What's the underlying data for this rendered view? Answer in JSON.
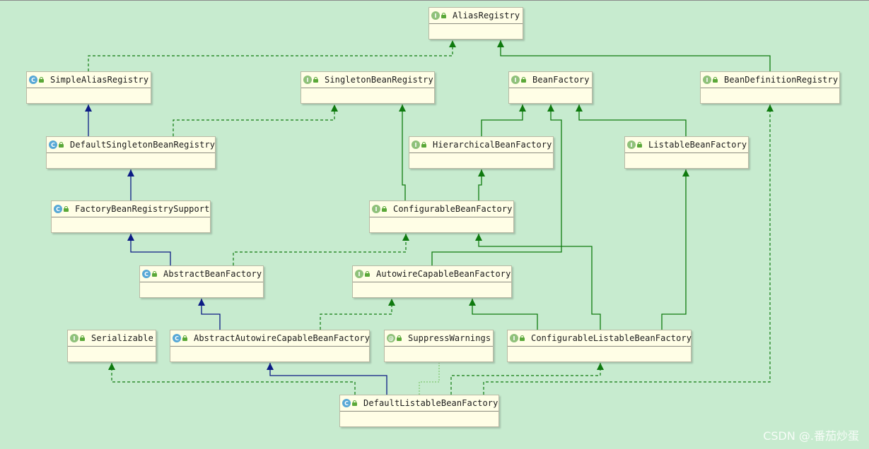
{
  "nodes": [
    {
      "id": "AliasRegistry",
      "kind": "interface",
      "badge": "I",
      "name": "AliasRegistry"
    },
    {
      "id": "SimpleAliasRegistry",
      "kind": "class",
      "badge": "C",
      "name": "SimpleAliasRegistry"
    },
    {
      "id": "SingletonBeanRegistry",
      "kind": "interface",
      "badge": "I",
      "name": "SingletonBeanRegistry"
    },
    {
      "id": "BeanFactory",
      "kind": "interface",
      "badge": "I",
      "name": "BeanFactory"
    },
    {
      "id": "BeanDefinitionRegistry",
      "kind": "interface",
      "badge": "I",
      "name": "BeanDefinitionRegistry"
    },
    {
      "id": "DefaultSingletonBeanRegistry",
      "kind": "class",
      "badge": "C",
      "name": "DefaultSingletonBeanRegistry"
    },
    {
      "id": "HierarchicalBeanFactory",
      "kind": "interface",
      "badge": "I",
      "name": "HierarchicalBeanFactory"
    },
    {
      "id": "ListableBeanFactory",
      "kind": "interface",
      "badge": "I",
      "name": "ListableBeanFactory"
    },
    {
      "id": "FactoryBeanRegistrySupport",
      "kind": "class",
      "badge": "C",
      "name": "FactoryBeanRegistrySupport"
    },
    {
      "id": "ConfigurableBeanFactory",
      "kind": "interface",
      "badge": "I",
      "name": "ConfigurableBeanFactory"
    },
    {
      "id": "AbstractBeanFactory",
      "kind": "class",
      "badge": "C",
      "name": "AbstractBeanFactory"
    },
    {
      "id": "AutowireCapableBeanFactory",
      "kind": "interface",
      "badge": "I",
      "name": "AutowireCapableBeanFactory"
    },
    {
      "id": "Serializable",
      "kind": "interface",
      "badge": "I",
      "name": "Serializable"
    },
    {
      "id": "AbstractAutowireCapableBeanFactory",
      "kind": "class",
      "badge": "C",
      "name": "AbstractAutowireCapableBeanFactory"
    },
    {
      "id": "SuppressWarnings",
      "kind": "annotation",
      "badge": "@",
      "name": "SuppressWarnings"
    },
    {
      "id": "ConfigurableListableBeanFactory",
      "kind": "interface",
      "badge": "I",
      "name": "ConfigurableListableBeanFactory"
    },
    {
      "id": "DefaultListableBeanFactory",
      "kind": "class",
      "badge": "C",
      "name": "DefaultListableBeanFactory"
    }
  ],
  "edges": [
    {
      "from": "SimpleAliasRegistry",
      "to": "AliasRegistry",
      "type": "implements"
    },
    {
      "from": "BeanDefinitionRegistry",
      "to": "AliasRegistry",
      "type": "extends-interface"
    },
    {
      "from": "DefaultSingletonBeanRegistry",
      "to": "SimpleAliasRegistry",
      "type": "extends-class"
    },
    {
      "from": "DefaultSingletonBeanRegistry",
      "to": "SingletonBeanRegistry",
      "type": "implements"
    },
    {
      "from": "HierarchicalBeanFactory",
      "to": "BeanFactory",
      "type": "extends-interface"
    },
    {
      "from": "ListableBeanFactory",
      "to": "BeanFactory",
      "type": "extends-interface"
    },
    {
      "from": "FactoryBeanRegistrySupport",
      "to": "DefaultSingletonBeanRegistry",
      "type": "extends-class"
    },
    {
      "from": "ConfigurableBeanFactory",
      "to": "SingletonBeanRegistry",
      "type": "extends-interface"
    },
    {
      "from": "ConfigurableBeanFactory",
      "to": "HierarchicalBeanFactory",
      "type": "extends-interface"
    },
    {
      "from": "AbstractBeanFactory",
      "to": "FactoryBeanRegistrySupport",
      "type": "extends-class"
    },
    {
      "from": "AbstractBeanFactory",
      "to": "ConfigurableBeanFactory",
      "type": "implements"
    },
    {
      "from": "AutowireCapableBeanFactory",
      "to": "BeanFactory",
      "type": "extends-interface"
    },
    {
      "from": "AbstractAutowireCapableBeanFactory",
      "to": "AbstractBeanFactory",
      "type": "extends-class"
    },
    {
      "from": "AbstractAutowireCapableBeanFactory",
      "to": "AutowireCapableBeanFactory",
      "type": "implements"
    },
    {
      "from": "ConfigurableListableBeanFactory",
      "to": "AutowireCapableBeanFactory",
      "type": "extends-interface"
    },
    {
      "from": "ConfigurableListableBeanFactory",
      "to": "ConfigurableBeanFactory",
      "type": "extends-interface"
    },
    {
      "from": "ConfigurableListableBeanFactory",
      "to": "ListableBeanFactory",
      "type": "extends-interface"
    },
    {
      "from": "DefaultListableBeanFactory",
      "to": "Serializable",
      "type": "implements"
    },
    {
      "from": "DefaultListableBeanFactory",
      "to": "AbstractAutowireCapableBeanFactory",
      "type": "extends-class"
    },
    {
      "from": "DefaultListableBeanFactory",
      "to": "SuppressWarnings",
      "type": "annotated"
    },
    {
      "from": "DefaultListableBeanFactory",
      "to": "ConfigurableListableBeanFactory",
      "type": "implements"
    },
    {
      "from": "DefaultListableBeanFactory",
      "to": "BeanDefinitionRegistry",
      "type": "implements"
    }
  ],
  "colors": {
    "background": "#c7ebcf",
    "node_fill": "#fffee6",
    "extends_interface": "#0f7a0f",
    "extends_class": "#0c1b85",
    "implements": "#0f7a0f",
    "annotated": "#6fbf58"
  },
  "watermark": "CSDN @.番茄炒蛋"
}
